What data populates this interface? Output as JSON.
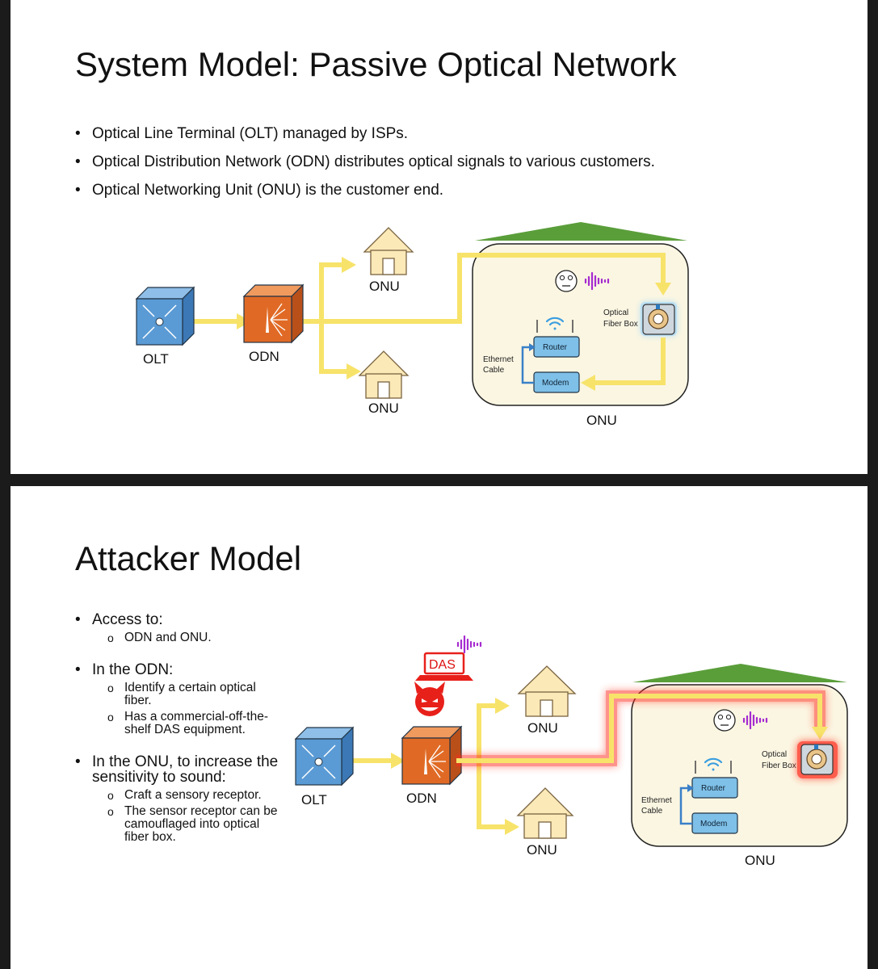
{
  "slide1": {
    "title": "System Model: Passive Optical Network",
    "bullets": [
      "Optical Line Terminal (OLT) managed by ISPs.",
      "Optical Distribution Network (ODN) distributes optical signals to various customers.",
      "Optical Networking Unit (ONU) is the customer end."
    ],
    "diagram": {
      "olt_label": "OLT",
      "odn_label": "ODN",
      "onu_top_label": "ONU",
      "onu_bottom_label": "ONU",
      "onu_house_label": "ONU",
      "optical_label_1": "Optical",
      "optical_label_2": "Fiber Box",
      "router_label": "Router",
      "modem_label": "Modem",
      "ethernet_label_1": "Ethernet",
      "ethernet_label_2": "Cable"
    }
  },
  "slide2": {
    "title": "Attacker Model",
    "bullets": [
      {
        "text": "Access to:",
        "sub": [
          "ODN and ONU."
        ]
      },
      {
        "text": "In the ODN:",
        "sub": [
          "Identify a certain optical fiber.",
          "Has a commercial-off-the-shelf DAS equipment."
        ]
      },
      {
        "text": "In the ONU, to increase the sensitivity to sound:",
        "sub": [
          "Craft a sensory receptor.",
          "The sensor receptor can be camouflaged into optical fiber box."
        ]
      }
    ],
    "diagram": {
      "das_label": "DAS",
      "olt_label": "OLT",
      "odn_label": "ODN",
      "onu_top_label": "ONU",
      "onu_bottom_label": "ONU",
      "onu_house_label": "ONU",
      "optical_label_1": "Optical",
      "optical_label_2": "Fiber Box",
      "router_label": "Router",
      "modem_label": "Modem",
      "ethernet_label_1": "Ethernet",
      "ethernet_label_2": "Cable"
    }
  },
  "colors": {
    "fiber": "#f7e36a",
    "attack": "#e8201a",
    "olt": "#5a9bd5",
    "odn": "#e06a25",
    "roof": "#5a9e3a",
    "house_bg": "#fbf6e2",
    "device": "#7ec0e8",
    "sound": "#a52bd0"
  }
}
